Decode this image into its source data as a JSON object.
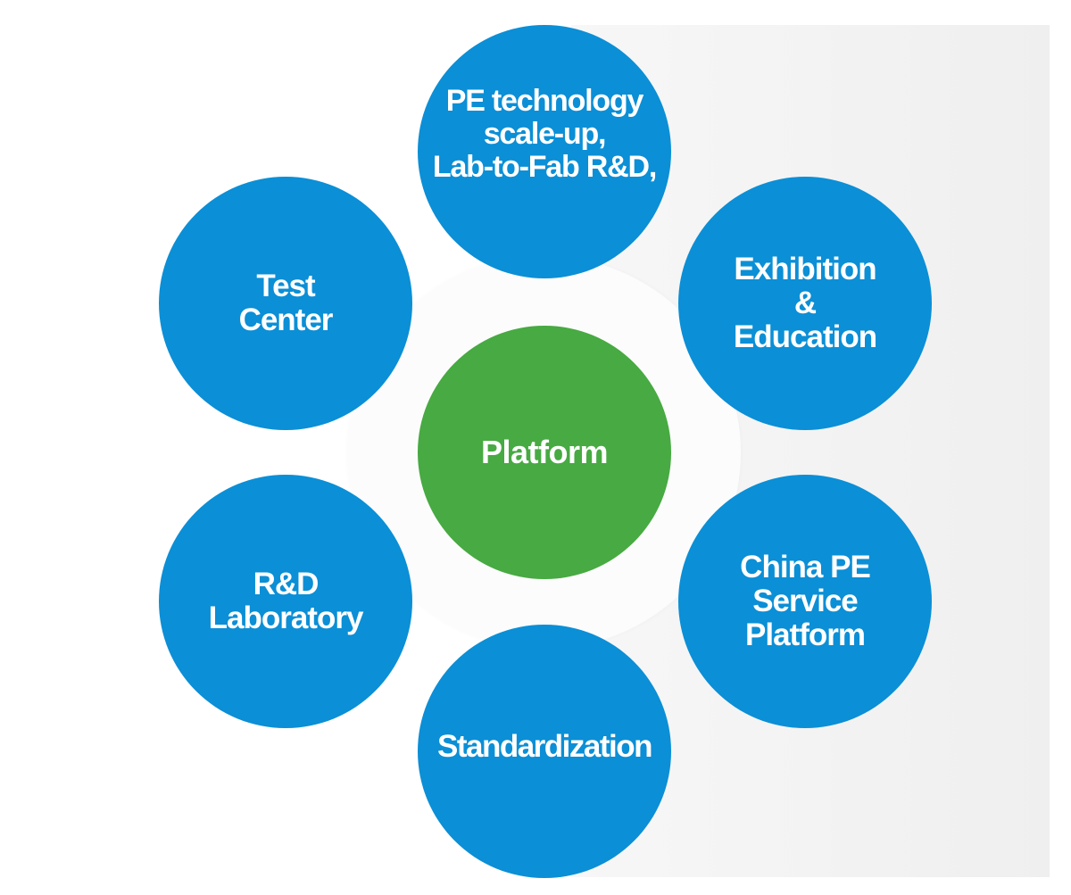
{
  "diagram": {
    "center": {
      "label": "Platform",
      "color": "#47aa42"
    },
    "node_color": "#0b8fd6",
    "nodes": [
      {
        "id": "top",
        "label": "PE technology\nscale-up,\nLab-to-Fab R&D,"
      },
      {
        "id": "upper-right",
        "label": "Exhibition\n&\nEducation"
      },
      {
        "id": "lower-right",
        "label": "China PE\nService\nPlatform"
      },
      {
        "id": "bottom",
        "label": "Standardization"
      },
      {
        "id": "lower-left",
        "label": "R&D\nLaboratory"
      },
      {
        "id": "upper-left",
        "label": "Test\nCenter"
      }
    ]
  }
}
